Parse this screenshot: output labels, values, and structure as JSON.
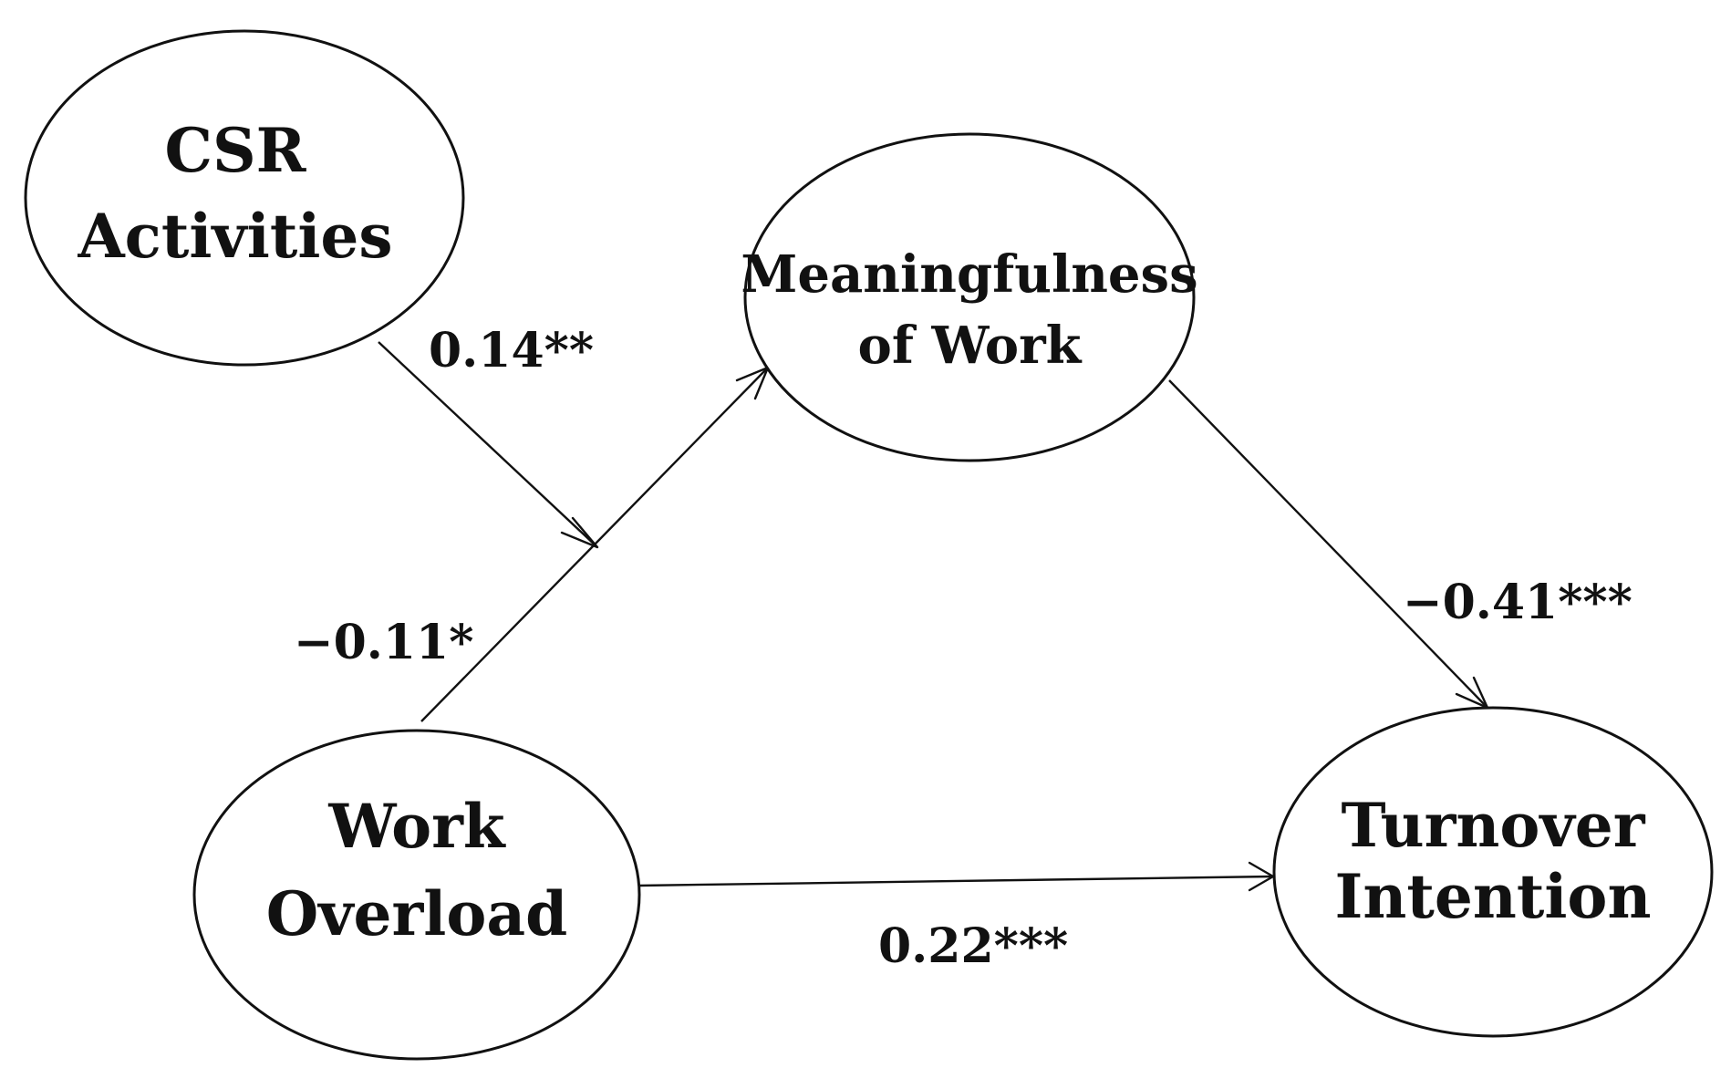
{
  "nodes": {
    "csr": {
      "line1": "CSR",
      "line2": "Activities"
    },
    "meaning": {
      "line1": "Meaningfulness",
      "line2": "of Work"
    },
    "overload": {
      "line1": "Work",
      "line2": "Overload"
    },
    "turnover": {
      "line1": "Turnover",
      "line2": "Intention"
    }
  },
  "edges": {
    "csr_moderation": "0.14**",
    "overload_to_meaning": "−0.11*",
    "meaning_to_turnover": "−0.41***",
    "overload_to_turnover": "0.22***"
  },
  "colors": {
    "stroke": "#111111",
    "background": "#ffffff"
  }
}
